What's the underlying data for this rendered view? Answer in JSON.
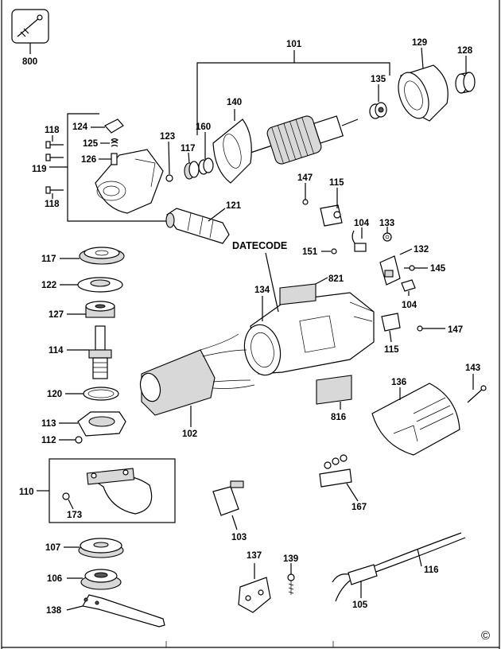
{
  "labels": {
    "p800": "800",
    "p101": "101",
    "p129": "129",
    "p128": "128",
    "p135": "135",
    "p140": "140",
    "p160": "160",
    "p123": "123",
    "p117a": "117",
    "p118a": "118",
    "p124": "124",
    "p125": "125",
    "p119": "119",
    "p126": "126",
    "p118b": "118",
    "p147a": "147",
    "p115a": "115",
    "p121": "121",
    "p104a": "104",
    "p133": "133",
    "p132": "132",
    "p145": "145",
    "p151": "151",
    "datecode": "DATECODE",
    "p117b": "117",
    "p122": "122",
    "p127": "127",
    "p114": "114",
    "p120": "120",
    "p113": "113",
    "p112": "112",
    "p134": "134",
    "p821": "821",
    "p104b": "104",
    "p147b": "147",
    "p115b": "115",
    "p143": "143",
    "p136": "136",
    "p816": "816",
    "p102": "102",
    "p110": "110",
    "p173": "173",
    "p167": "167",
    "p103": "103",
    "p107": "107",
    "p106": "106",
    "p137": "137",
    "p139": "139",
    "p116": "116",
    "p138": "138",
    "p105": "105",
    "copyright": "©"
  }
}
